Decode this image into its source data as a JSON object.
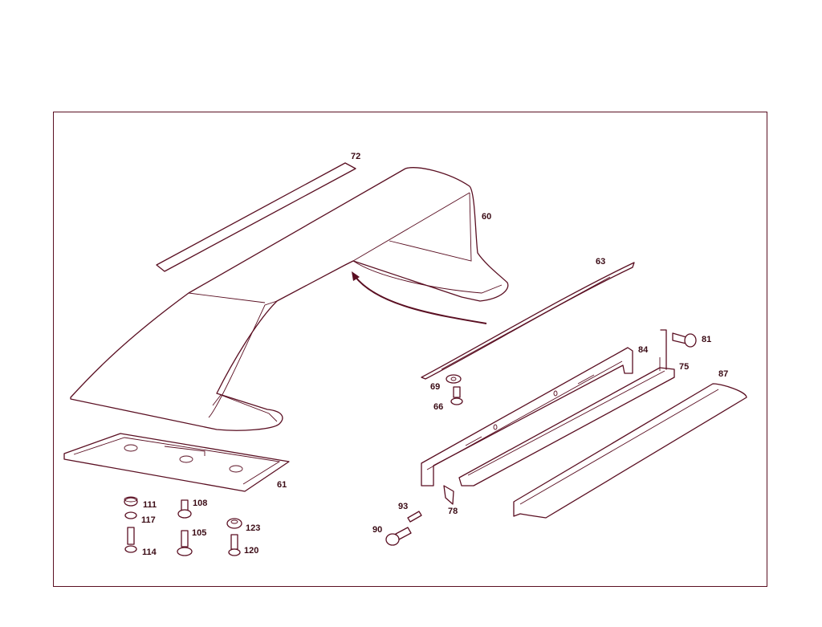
{
  "diagram": {
    "labels": {
      "p72": "72",
      "p60": "60",
      "p63": "63",
      "p81": "81",
      "p84": "84",
      "p75": "75",
      "p87": "87",
      "p69": "69",
      "p66": "66",
      "p61": "61",
      "p111": "111",
      "p117": "117",
      "p114": "114",
      "p108": "108",
      "p105": "105",
      "p123": "123",
      "p120": "120",
      "p93": "93",
      "p90": "90",
      "p78": "78"
    },
    "line_color": "#5a0f22",
    "text_color": "#3a0a14"
  }
}
